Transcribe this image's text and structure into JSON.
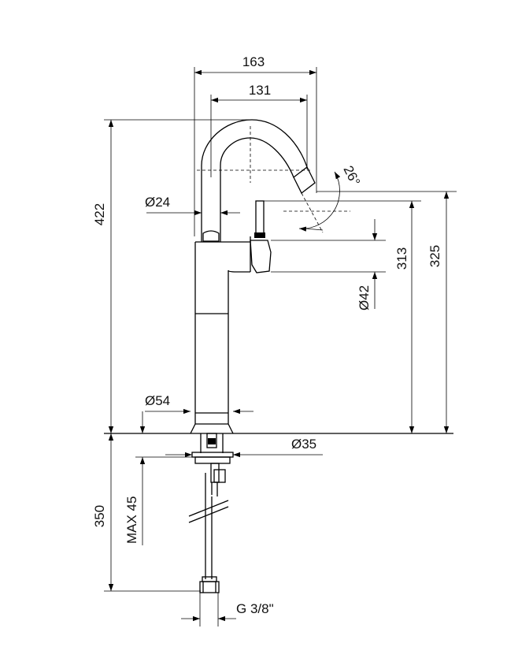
{
  "dimensions": {
    "width_overall": "163",
    "width_spout": "131",
    "height_total": "422",
    "spout_angle": "26°",
    "spout_diameter": "Ø24",
    "height_325": "325",
    "height_313": "313",
    "lever_diameter": "Ø42",
    "base_diameter": "Ø54",
    "hole_diameter": "Ø35",
    "hose_length": "350",
    "max_thickness": "MAX 45",
    "thread": "G 3/8\""
  }
}
